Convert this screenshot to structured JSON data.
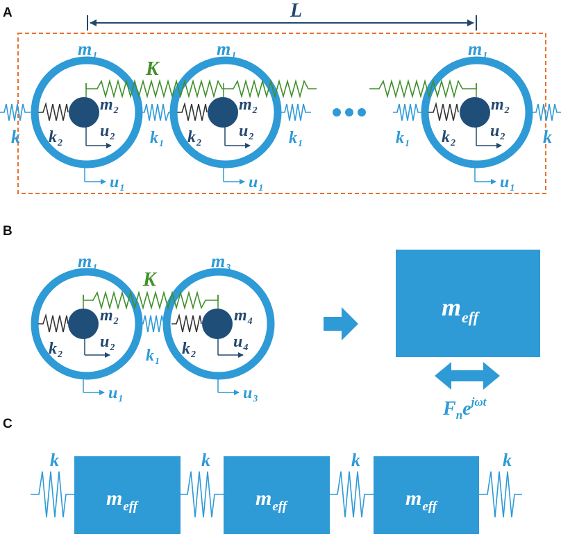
{
  "panels": {
    "a": "A",
    "b": "B",
    "c": "C"
  },
  "labels": {
    "L": "L",
    "K": "K",
    "m": "m",
    "k": "k",
    "u": "u",
    "F": "F",
    "e": "e",
    "n": "n",
    "jwt": "jωt",
    "eff": "eff",
    "one": "1",
    "two": "2",
    "three": "3",
    "four": "4",
    "ellipsis": "•••"
  },
  "colors": {
    "primary_blue": "#2e9ad6",
    "dark_blue": "#23486e",
    "green": "#3f8f2a",
    "orange_border": "#e8702a"
  }
}
